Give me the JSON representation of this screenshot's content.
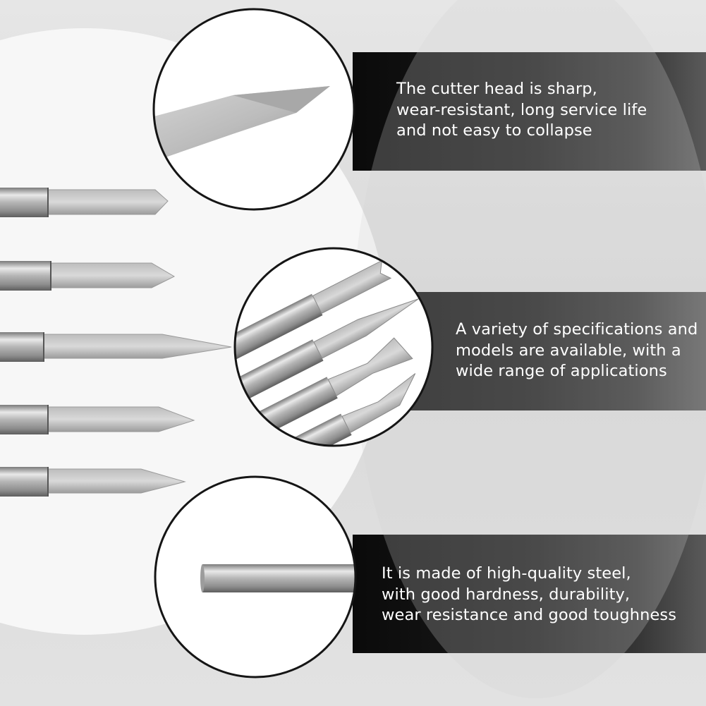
{
  "features": [
    {
      "lines": [
        "The cutter head is sharp,",
        "wear-resistant, long service life",
        "and not easy to collapse"
      ]
    },
    {
      "lines": [
        "A variety of specifications and",
        "models are available, with a",
        "wide range of applications"
      ]
    },
    {
      "lines": [
        "It is made of high-quality steel,",
        "with good hardness, durability,",
        "wear resistance and good toughness"
      ]
    }
  ],
  "colors": {
    "band_dark": "#0a0a0a",
    "text": "#ffffff",
    "steel": "#c9c9c9"
  }
}
